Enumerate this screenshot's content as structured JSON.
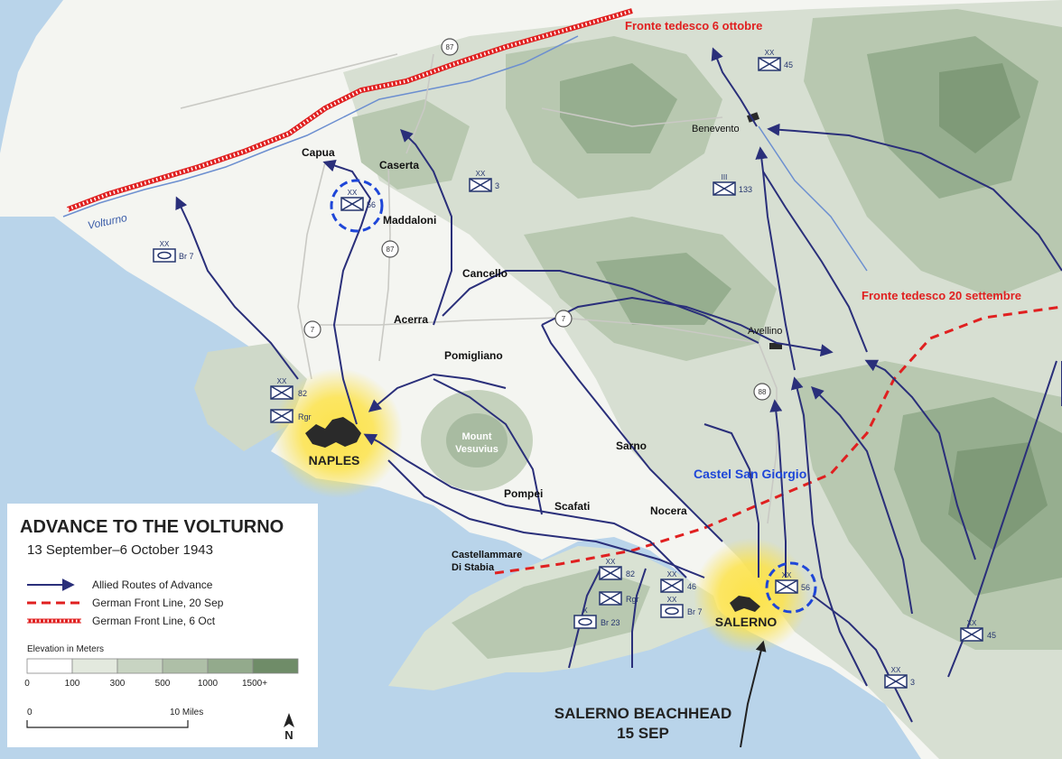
{
  "fronts": {
    "oct6": "Fronte tedesco 6 ottobre",
    "sep20": "Fronte tedesco 20 settembre"
  },
  "places": {
    "capua": "Capua",
    "caserta": "Caserta",
    "maddaloni": "Maddaloni",
    "benevento": "Benevento",
    "cancello": "Cancello",
    "acerra": "Acerra",
    "pomigliano": "Pomigliano",
    "avellino": "Avellino",
    "sarno": "Sarno",
    "castel": "Castel San Giorgio",
    "pompei": "Pompei",
    "scafati": "Scafati",
    "nocera": "Nocera",
    "castellammare1": "Castellammare",
    "castellammare2": "Di Stabia",
    "vesuvius1": "Mount",
    "vesuvius2": "Vesuvius",
    "naples": "NAPLES",
    "salerno": "SALERNO",
    "volturno": "Volturno"
  },
  "roads": {
    "r87a": "87",
    "r87b": "87",
    "r7a": "7",
    "r7b": "7",
    "r88": "88"
  },
  "units": {
    "xx": "XX",
    "iii": "III",
    "x": "X",
    "u45a": "45",
    "u3a": "3",
    "u133": "133",
    "u56a": "56",
    "ubr7a": "Br 7",
    "u82a": "82",
    "urgra": "Rgr",
    "u82b": "82",
    "urgrb": "Rgr",
    "ubr23": "Br 23",
    "u46": "46",
    "ubr7b": "Br 7",
    "u56b": "56",
    "u45b": "45",
    "u3b": "3"
  },
  "beachhead": {
    "line1": "SALERNO BEACHHEAD",
    "line2": "15 SEP"
  },
  "legend": {
    "title": "ADVANCE TO THE VOLTURNO",
    "subtitle": "13 September–6 October 1943",
    "items": [
      "Allied Routes of Advance",
      "German Front Line, 20 Sep",
      "German Front Line, 6 Oct"
    ],
    "elevation_title": "Elevation in Meters",
    "elevation_ticks": [
      "0",
      "100",
      "300",
      "500",
      "1000",
      "1500+"
    ],
    "scale_start": "0",
    "scale_end": "10 Miles",
    "north": "N"
  },
  "colors": {
    "route": "#2a2f7a",
    "front": "#e02020",
    "sea": "#b9d4ea",
    "unit": "#25356e",
    "highlight": "#1e46d8",
    "city": "#fde34a"
  }
}
